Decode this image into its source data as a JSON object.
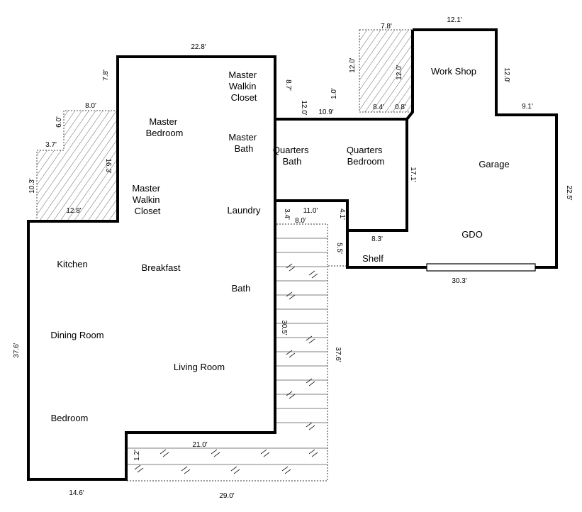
{
  "rooms": {
    "master_walkin_closet_top": [
      "Master",
      "Walkin",
      "Closet"
    ],
    "master_bedroom": [
      "Master",
      "Bedroom"
    ],
    "master_bath": [
      "Master",
      "Bath"
    ],
    "master_walkin_closet_left": [
      "Master",
      "Walkin",
      "Closet"
    ],
    "laundry": "Laundry",
    "quarters_bath": [
      "Quarters",
      "Bath"
    ],
    "quarters_bedroom": [
      "Quarters",
      "Bedroom"
    ],
    "work_shop": "Work Shop",
    "garage": "Garage",
    "gdo": "GDO",
    "shelf": "Shelf",
    "kitchen": "Kitchen",
    "breakfast": "Breakfast",
    "bath": "Bath",
    "dining_room": "Dining Room",
    "living_room": "Living Room",
    "bedroom": "Bedroom"
  },
  "dimensions": {
    "top_main": "22.8'",
    "left_upper": "7.8'",
    "hatch_top": "8.0'",
    "hatch_step_v": "6.0'",
    "hatch_step_h": "3.7'",
    "hatch_left": "10.3'",
    "hatch_right": "16.3'",
    "hatch_bottom": "12.8'",
    "left_main": "37.6'",
    "bottom_left": "14.6'",
    "bottom_deck": "29.0'",
    "deck_inner_h": "21.0'",
    "deck_inner_v": "1.2'",
    "deck_v_inner": "30.5'",
    "deck_v_outer": "37.6'",
    "main_right_upper": "8.7'",
    "quarters_left": "12.0'",
    "quarters_top": "10.9'",
    "quarters_step": "1.0'",
    "storage_left": "12.0'",
    "storage_right": "12.0'",
    "storage_top": "7.8'",
    "storage_bottom": "8.4'",
    "storage_step": "0.8'",
    "workshop_top": "12.1'",
    "workshop_right": "12.0'",
    "garage_step": "9.1'",
    "garage_right": "22.5'",
    "garage_left": "17.1'",
    "garage_bottom": "30.3'",
    "laundry_step_v": "3.4'",
    "laundry_step_h": "11.0'",
    "deck_top": "8.0'",
    "quarters_bottom_v": "4.1'",
    "quarters_bottom_h": "8.3'",
    "shelf_v": "5.5'"
  }
}
